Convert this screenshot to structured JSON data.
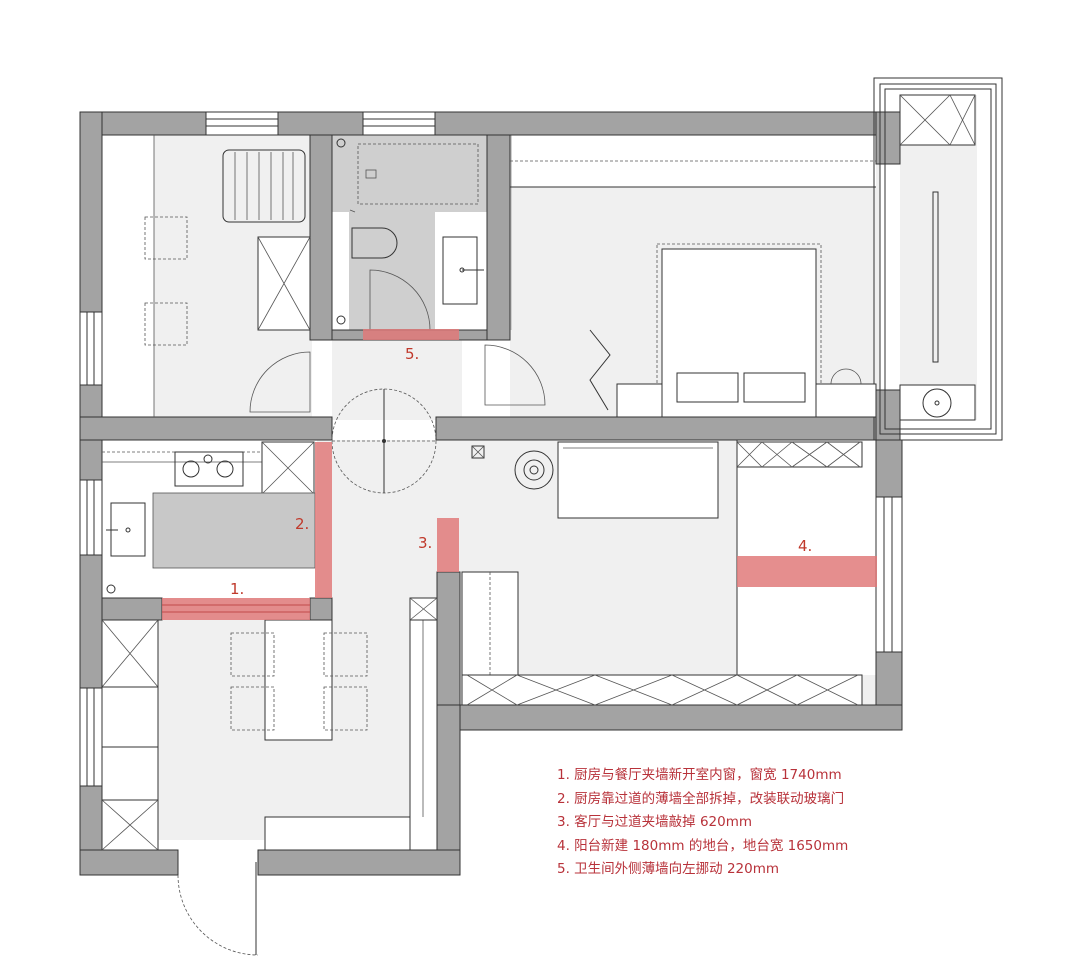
{
  "diagram": {
    "type": "floor-plan",
    "colors": {
      "wall": "#a3a3a3",
      "floor": "#f0f0f0",
      "fixture": "#ffffff",
      "highlight": "#e07a7a",
      "note_text": "#b8323a"
    },
    "markers": [
      {
        "id": "1",
        "label": "1."
      },
      {
        "id": "2",
        "label": "2."
      },
      {
        "id": "3",
        "label": "3."
      },
      {
        "id": "4",
        "label": "4."
      },
      {
        "id": "5",
        "label": "5."
      }
    ],
    "notes": [
      "1. 厨房与餐厅夹墙新开室内窗，窗宽 1740mm",
      "2. 厨房靠过道的薄墙全部拆掉，改装联动玻璃门",
      "3. 客厅与过道夹墙敲掉 620mm",
      "4. 阳台新建 180mm 的地台，地台宽 1650mm",
      "5. 卫生间外侧薄墙向左挪动 220mm"
    ]
  }
}
